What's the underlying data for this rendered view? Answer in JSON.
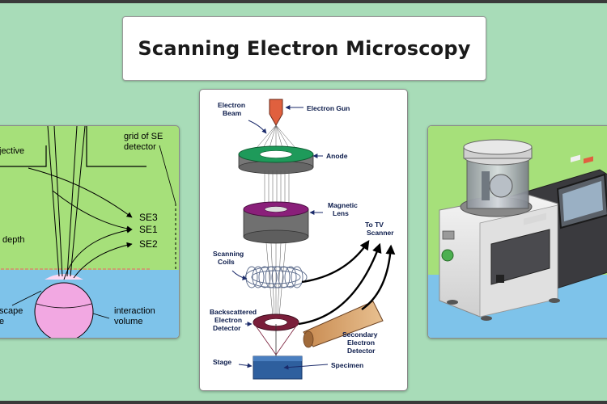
{
  "title": "Scanning Electron Microscopy",
  "left_panel": {
    "objective": "jective",
    "grid_line1": "grid of SE",
    "grid_line2": "detector",
    "se3": "SE3",
    "se1": "SE1",
    "se2": "SE2",
    "depth": "depth",
    "escape_line1": "scape",
    "escape_line2": "e",
    "interaction_line1": "interaction",
    "interaction_line2": "volume"
  },
  "center_panel": {
    "electron_beam_line1": "Electron",
    "electron_beam_line2": "Beam",
    "electron_gun": "Electron Gun",
    "anode": "Anode",
    "magnetic_lens_line1": "Magnetic",
    "magnetic_lens_line2": "Lens",
    "to_tv_line1": "To TV",
    "to_tv_line2": "Scanner",
    "scanning_coils_line1": "Scanning",
    "scanning_coils_line2": "Coils",
    "backscattered_line1": "Backscattered",
    "backscattered_line2": "Electron",
    "backscattered_line3": "Detector",
    "secondary_line1": "Secondary",
    "secondary_line2": "Electron",
    "secondary_line3": "Detector",
    "stage": "Stage",
    "specimen": "Specimen"
  },
  "colors": {
    "background": "#a8dcb8",
    "left_green": "#a6e07a",
    "left_blue": "#7ec3ea",
    "interaction_pink": "#f2a8e2",
    "anode_green": "#1e9a5a",
    "lens_purple": "#8a1f7a",
    "detector_maroon": "#7a1e3a",
    "specimen_blue": "#2e5f9e",
    "arrow_navy": "#1a2a6a"
  }
}
